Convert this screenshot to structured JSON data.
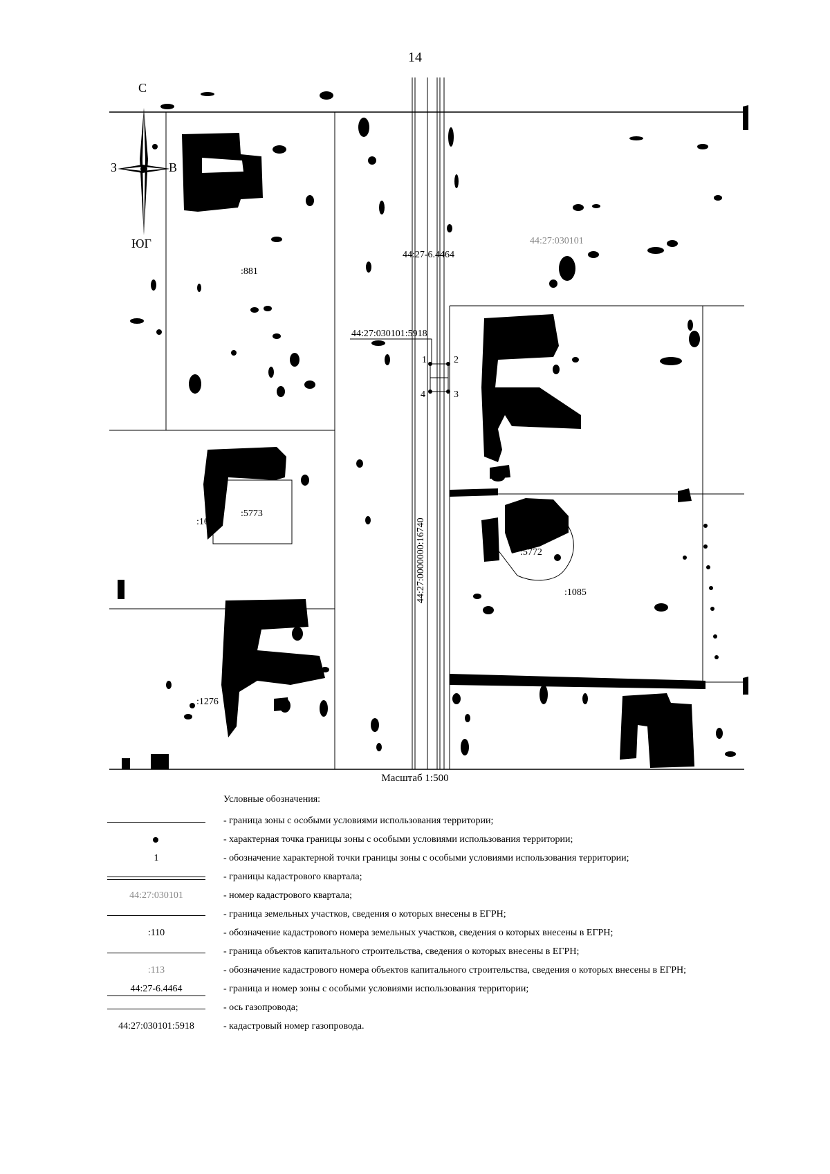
{
  "page_number": "14",
  "compass": {
    "north": "С",
    "south": "ЮГ",
    "east": "В",
    "west": "З"
  },
  "map_labels": {
    "parcel_881": ":881",
    "parcel_1085": ":1085",
    "parcel_1276": ":1276",
    "parcel_5773": ":5773",
    "parcel_5772": ":5772",
    "parcel_1663": ":1663",
    "zone_number": "44:27-6.4464",
    "quarter_number": "44:27:030101",
    "pipeline_number": "44:27:030101:5918",
    "road_number": "44:27:0000000:16740",
    "point_1": "1",
    "point_2": "2",
    "point_3": "3",
    "point_4": "4"
  },
  "scale": "Масштаб 1:500",
  "legend": {
    "title": "Условные обозначения:",
    "items": [
      {
        "symbol": "line",
        "symbol_text": "",
        "description": "- граница зоны с особыми условиями использования территории;"
      },
      {
        "symbol": "dot",
        "symbol_text": "",
        "description": "- характерная точка границы зоны с особыми условиями использования территории;"
      },
      {
        "symbol": "text",
        "symbol_text": "1",
        "description": "- обозначение характерной точки границы зоны с особыми условиями использования территории;"
      },
      {
        "symbol": "double-line",
        "symbol_text": "",
        "description": "- границы кадастрового квартала;"
      },
      {
        "symbol": "gray-text",
        "symbol_text": "44:27:030101",
        "description": "- номер кадастрового квартала;"
      },
      {
        "symbol": "line",
        "symbol_text": "",
        "description": "- граница земельных участков, сведения о которых внесены в ЕГРН;"
      },
      {
        "symbol": "text",
        "symbol_text": ":110",
        "description": "- обозначение кадастрового номера земельных участков, сведения о которых внесены в ЕГРН;"
      },
      {
        "symbol": "line",
        "symbol_text": "",
        "description": "- граница объектов капитального строительства, сведения о которых внесены в ЕГРН;"
      },
      {
        "symbol": "gray-text",
        "symbol_text": ":113",
        "description": "- обозначение кадастрового номера объектов капитального строительства, сведения о которых внесены в ЕГРН;"
      },
      {
        "symbol": "underlined-text",
        "symbol_text": "44:27-6.4464",
        "description": "- граница и номер зоны с особыми условиями использования территории;"
      },
      {
        "symbol": "line",
        "symbol_text": "",
        "description": "- ось газопровода;"
      },
      {
        "symbol": "text",
        "symbol_text": "44:27:030101:5918",
        "description": "- кадастровый номер газопровода."
      }
    ]
  }
}
